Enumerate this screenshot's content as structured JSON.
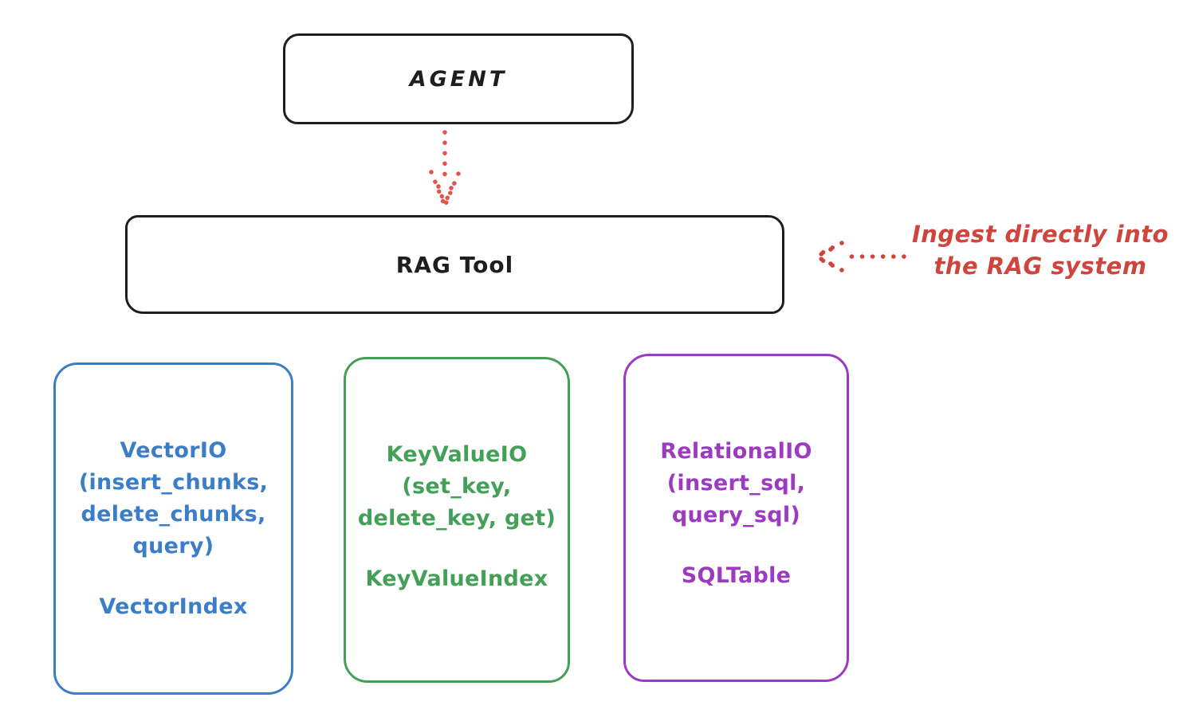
{
  "canvas": {
    "background": "#ffffff",
    "stroke_black": "#1e1e1e",
    "accent_red": "#cf453e"
  },
  "nodes": {
    "agent": {
      "label": "AGENT",
      "stroke_color": "#1e1e1e"
    },
    "rag_tool": {
      "label": "RAG Tool",
      "stroke_color": "#1e1e1e"
    }
  },
  "arrows": {
    "agent_to_rag_tool": {
      "style": "dotted",
      "direction": "down",
      "color": "#e0544c"
    },
    "ingest_to_rag_tool": {
      "style": "dotted",
      "direction": "left",
      "color": "#cf453e"
    }
  },
  "annotation": {
    "line1": "Ingest directly into",
    "line2": "the RAG system",
    "color": "#cf453e"
  },
  "backends": [
    {
      "name": "vector-io",
      "color": "#3b7dc7",
      "lines": [
        "VectorIO",
        "(insert_chunks,",
        "delete_chunks,",
        "query)"
      ],
      "index": "VectorIndex"
    },
    {
      "name": "keyvalue-io",
      "color": "#43a057",
      "lines": [
        "KeyValueIO",
        "(set_key,",
        "delete_key, get)"
      ],
      "index": "KeyValueIndex"
    },
    {
      "name": "relational-io",
      "color": "#9c3ac0",
      "lines": [
        "RelationalIO",
        "(insert_sql,",
        "query_sql)"
      ],
      "index": "SQLTable"
    }
  ]
}
